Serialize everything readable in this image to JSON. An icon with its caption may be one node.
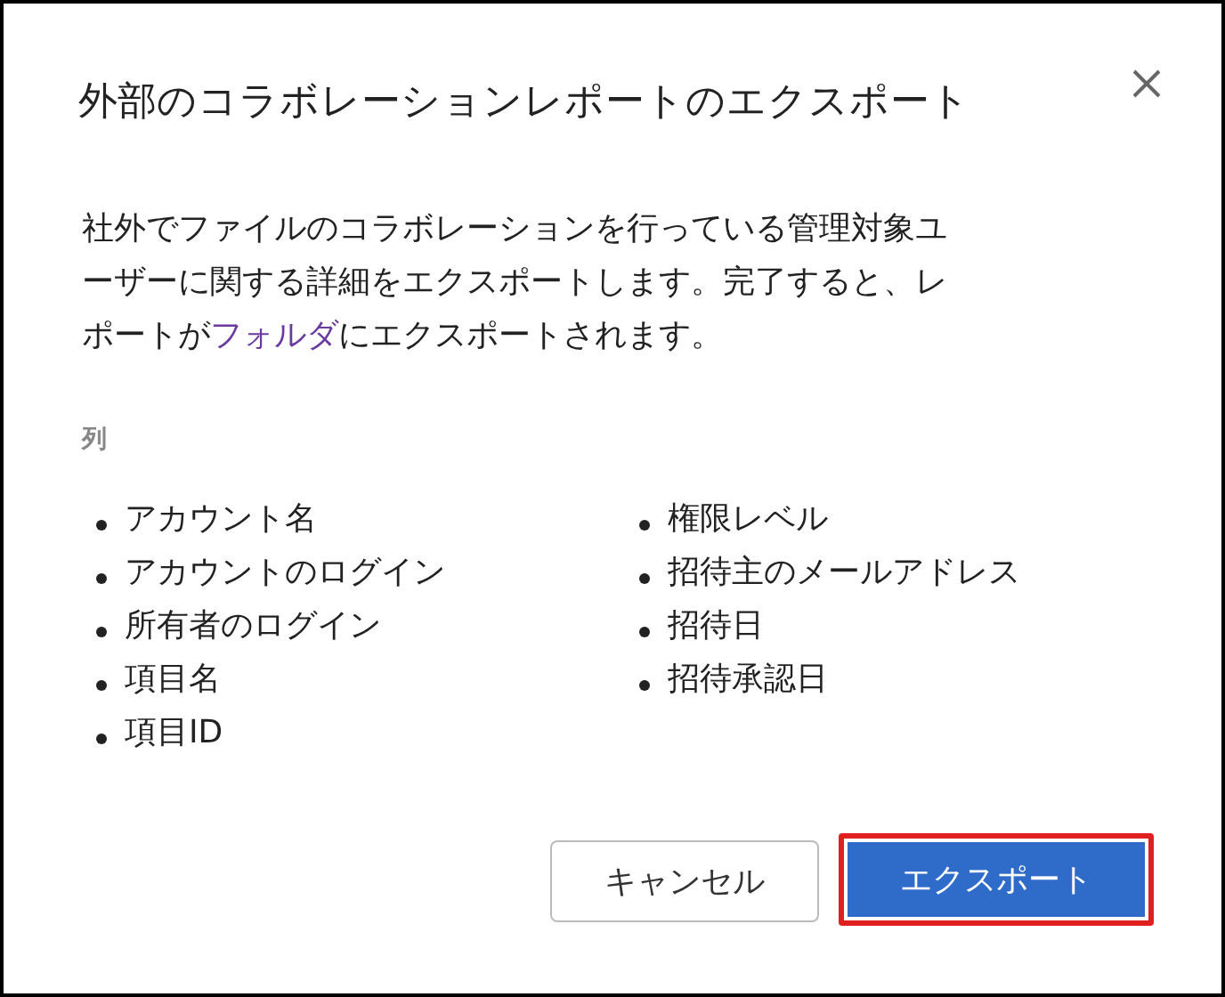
{
  "diagram": {
    "title": "外部のコラボレーションレポートのエクスポート",
    "labels": [
      "社外でファイルのコラボレーションを行っている管理対象ユーザーに関する詳細をエクスポートします。完了すると、レポートが",
      "フォルダ",
      "にエクスポートされます。",
      "列",
      "アカウント名",
      "アカウントのログイン",
      "所有者のログイン",
      "項目名",
      "項目ID",
      "権限レベル",
      "招待主のメールアドレス",
      "招待日",
      "招待承認日",
      "キャンセル",
      "エクスポート"
    ]
  }
}
